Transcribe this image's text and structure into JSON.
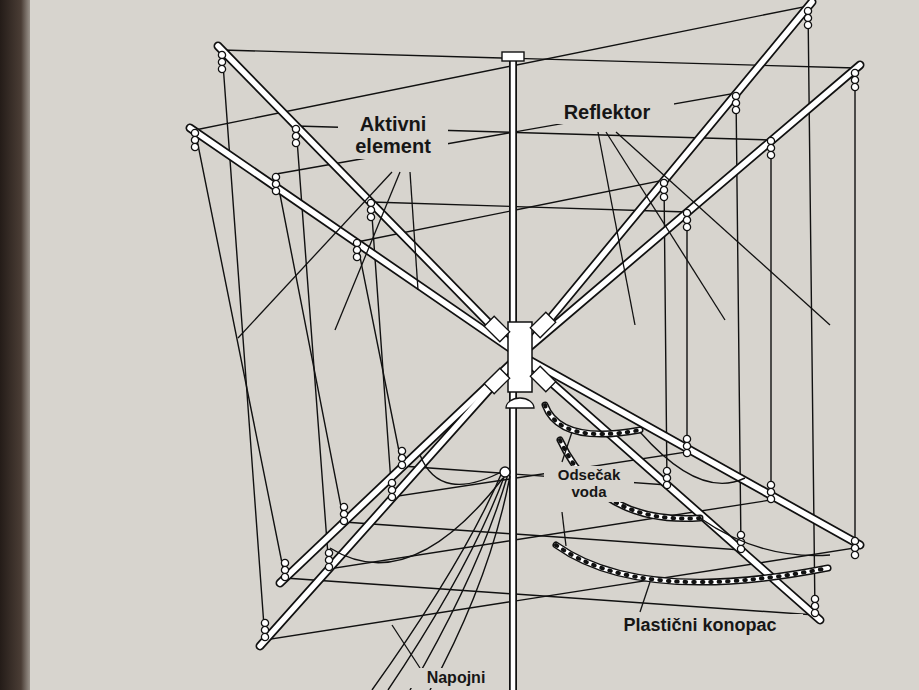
{
  "diagram": {
    "labels": [
      "Aktivni element",
      "Reflektor",
      "Odsečak voda",
      "Plastični konopac",
      "Napojni"
    ]
  }
}
